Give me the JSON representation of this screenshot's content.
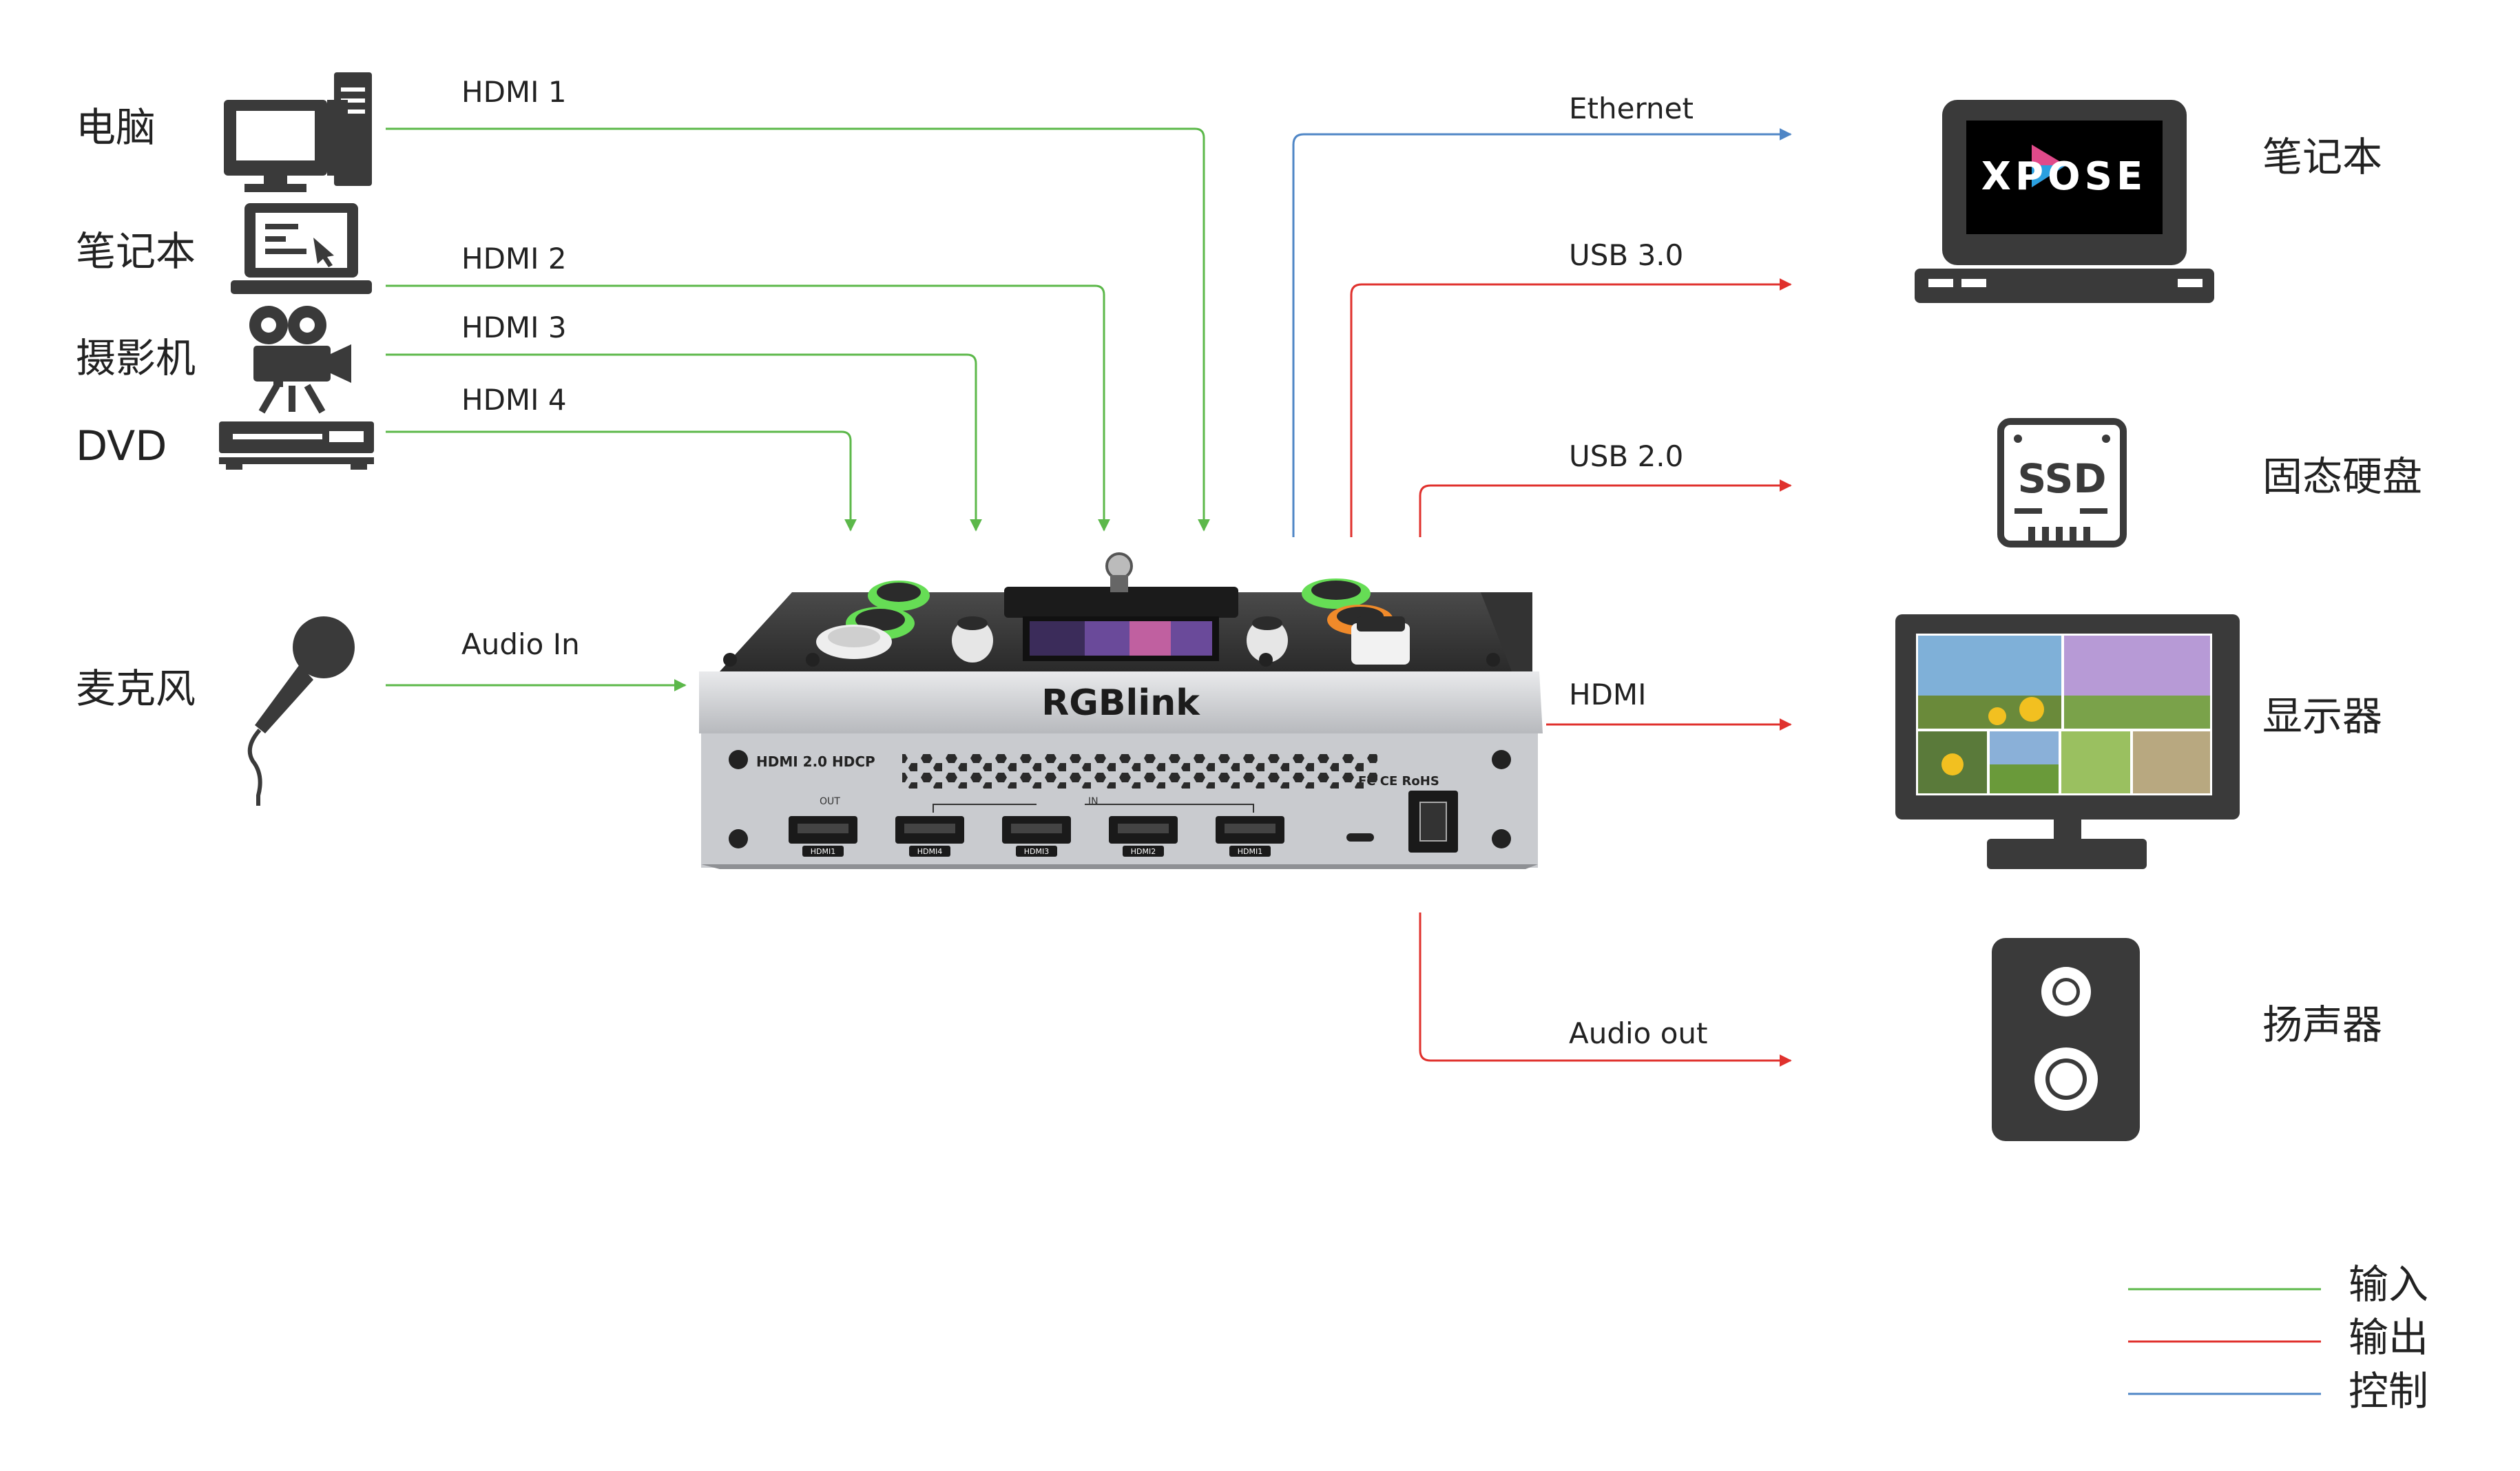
{
  "inputs": {
    "computer": "电脑",
    "laptop": "笔记本",
    "camera": "摄影机",
    "dvd": "DVD",
    "microphone": "麦克风"
  },
  "input_links": {
    "hdmi1": "HDMI 1",
    "hdmi2": "HDMI 2",
    "hdmi3": "HDMI 3",
    "hdmi4": "HDMI 4",
    "audio_in": "Audio In"
  },
  "output_links": {
    "ethernet": "Ethernet",
    "usb30": "USB 3.0",
    "usb20": "USB 2.0",
    "hdmi": "HDMI",
    "audio_out": "Audio out"
  },
  "outputs": {
    "laptop": "笔记本",
    "ssd": "固态硬盘",
    "display": "显示器",
    "speaker": "扬声器"
  },
  "device": {
    "brand": "RGBlink",
    "spec": "HDMI 2.0  HDCP",
    "certs": "FC CE RoHS",
    "port_out": "OUT",
    "port_in": "IN",
    "ports": [
      "HDMI1",
      "HDMI4",
      "HDMI3",
      "HDMI2",
      "HDMI1"
    ],
    "laptop_logo": "XPOSE",
    "ssd_label": "SSD"
  },
  "legend": {
    "input": "输入",
    "output": "输出",
    "control": "控制"
  },
  "colors": {
    "input": "#5cb84a",
    "output": "#e0312d",
    "control": "#4f86c6",
    "device_dark": "#3a3a3a"
  }
}
